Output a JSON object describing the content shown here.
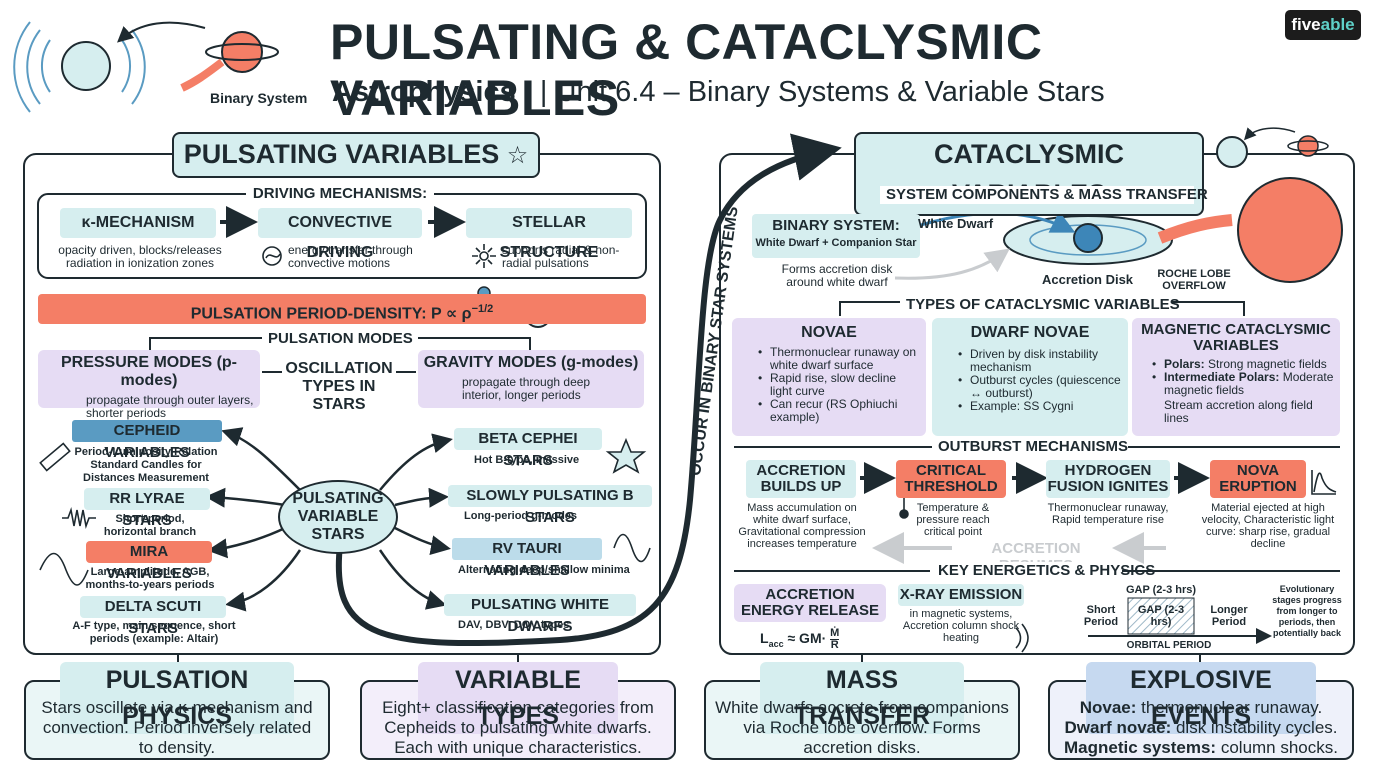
{
  "header": {
    "title": "PULSATING & CATACLYSMIC VARIABLES",
    "subtitle_course": "Astrophysics I",
    "subtitle_sep": "|",
    "subtitle_unit": "Unit 6.4 – Binary Systems & Variable Stars",
    "corner_label": "Binary System",
    "logo_a": "five",
    "logo_b": "able"
  },
  "pulsating": {
    "title": "PULSATING VARIABLES",
    "driving_label": "DRIVING MECHANISMS:",
    "mechanisms": [
      {
        "name": "κ-MECHANISM",
        "desc": "opacity driven, blocks/releases radiation in ionization zones"
      },
      {
        "name": "CONVECTIVE DRIVING",
        "desc": "energy transfer through convective motions"
      },
      {
        "name": "STELLAR STRUCTURE",
        "desc": "supports radial & non-radial pulsations"
      }
    ],
    "period_density": "PULSATION PERIOD-DENSITY:  P ∝ ρ",
    "period_exp": "−1/2",
    "modes_label": "PULSATION MODES",
    "p_modes": {
      "title": "PRESSURE MODES (p-modes)",
      "desc": "propagate through outer layers, shorter periods"
    },
    "oscillation": "OSCILLATION TYPES IN STARS",
    "g_modes": {
      "title": "GRAVITY MODES (g-modes)",
      "desc": "propagate through deep interior, longer periods"
    },
    "hub": "PULSATING VARIABLE STARS",
    "left_types": [
      {
        "name": "CEPHEID VARIABLES",
        "desc": "Period-Luminosity Relation Standard Candles for Distances Measurement"
      },
      {
        "name": "RR LYRAE STARS",
        "desc": "Short-period, horizontal branch"
      },
      {
        "name": "MIRA VARIABLES",
        "desc": "Large-amplitude, AGB, months-to-years periods"
      },
      {
        "name": "DELTA SCUTI STARS",
        "desc": "A-F type, main sequence, short periods (example: Altair)"
      }
    ],
    "right_types": [
      {
        "name": "BETA CEPHEI STARS",
        "desc": "Hot B-type, massive"
      },
      {
        "name": "SLOWLY PULSATING B STARS",
        "desc": "Long-period g-modes"
      },
      {
        "name": "RV TAURI VARIABLES",
        "desc": "Alternating deep/shallow minima"
      },
      {
        "name": "PULSATING WHITE DWARFS",
        "desc": "DAV, DBV, DOV types"
      }
    ]
  },
  "connector": "OCCUR IN BINARY STAR SYSTEMS",
  "cataclysmic": {
    "title": "CATACLYSMIC VARIABLES",
    "components_label": "SYSTEM COMPONENTS & MASS TRANSFER",
    "binary_title": "BINARY SYSTEM:",
    "binary_sub": "White Dwarf + Companion Star",
    "binary_desc": "Forms accretion disk around white dwarf",
    "white_dwarf": "White Dwarf",
    "accretion_disk": "Accretion Disk",
    "roche": "ROCHE LOBE OVERFLOW",
    "types_label": "TYPES OF CATACLYSMIC VARIABLES",
    "novae": {
      "title": "NOVAE",
      "items": [
        "Thermonuclear runaway on white dwarf surface",
        "Rapid rise, slow decline light curve",
        "Can recur (RS Ophiuchi example)"
      ]
    },
    "dwarf_novae": {
      "title": "DWARF NOVAE",
      "items": [
        "Driven by disk instability mechanism",
        "Outburst cycles (quiescence ↔ outburst)",
        "Example: SS Cygni"
      ]
    },
    "magnetic": {
      "title": "MAGNETIC CATACLYSMIC VARIABLES",
      "b1": "Polars:",
      "t1": " Strong magnetic fields",
      "b2": "Intermediate Polars:",
      "t2": " Moderate magnetic fields",
      "t3": "Stream accretion along field lines"
    },
    "outburst_label": "OUTBURST MECHANISMS",
    "steps": [
      {
        "name": "ACCRETION BUILDS UP",
        "desc": "Mass accumulation on white dwarf surface, Gravitational compression increases temperature"
      },
      {
        "name": "CRITICAL THRESHOLD",
        "desc": "Temperature & pressure reach critical point"
      },
      {
        "name": "HYDROGEN FUSION IGNITES",
        "desc": "Thermonuclear runaway, Rapid temperature rise"
      },
      {
        "name": "NOVA ERUPTION",
        "desc": "Material ejected at high velocity, Characteristic light curve: sharp rise, gradual decline"
      }
    ],
    "resumes": "ACCRETION RESUMES",
    "energetics_label": "KEY ENERGETICS & PHYSICS",
    "energy_title": "ACCRETION ENERGY RELEASE",
    "energy_formula": "L",
    "energy_sub": "acc",
    "energy_rhs": "≈ GM·",
    "energy_num": "Ṁ",
    "energy_den": "R",
    "xray_title": "X-RAY EMISSION",
    "xray_desc": "in magnetic systems, Accretion column shock heating",
    "gap_top": "GAP (2-3 hrs)",
    "gap_box": "GAP (2-3 hrs)",
    "short_period": "Short Period",
    "longer_period": "Longer Period",
    "orbital_period": "ORBITAL PERIOD",
    "evolution_note": "Evolutionary stages progress from longer to periods, then potentially back"
  },
  "bottom": [
    {
      "title": "PULSATION PHYSICS",
      "text": "Stars oscillate via κ-mechanism and convection. Period inversely related to density."
    },
    {
      "title": "VARIABLE TYPES",
      "text": "Eight+ classification categories from Cepheids to pulsating white dwarfs. Each with unique characteristics."
    },
    {
      "title": "MASS TRANSFER",
      "text": "White dwarfs accrete from companions via Roche lobe overflow. Forms accretion disks."
    },
    {
      "title": "EXPLOSIVE EVENTS",
      "b1": "Novae:",
      "t1": " thermonuclear runaway.",
      "b2": "Dwarf novae:",
      "t2": " disk instability cycles.",
      "b3": "Magnetic systems:",
      "t3": " column shocks."
    }
  ],
  "colors": {
    "teal": "#d6eeef",
    "purple": "#e6dcf4",
    "orange": "#f47e66",
    "blue": "#5a9bc2",
    "ink": "#1e2a30"
  }
}
